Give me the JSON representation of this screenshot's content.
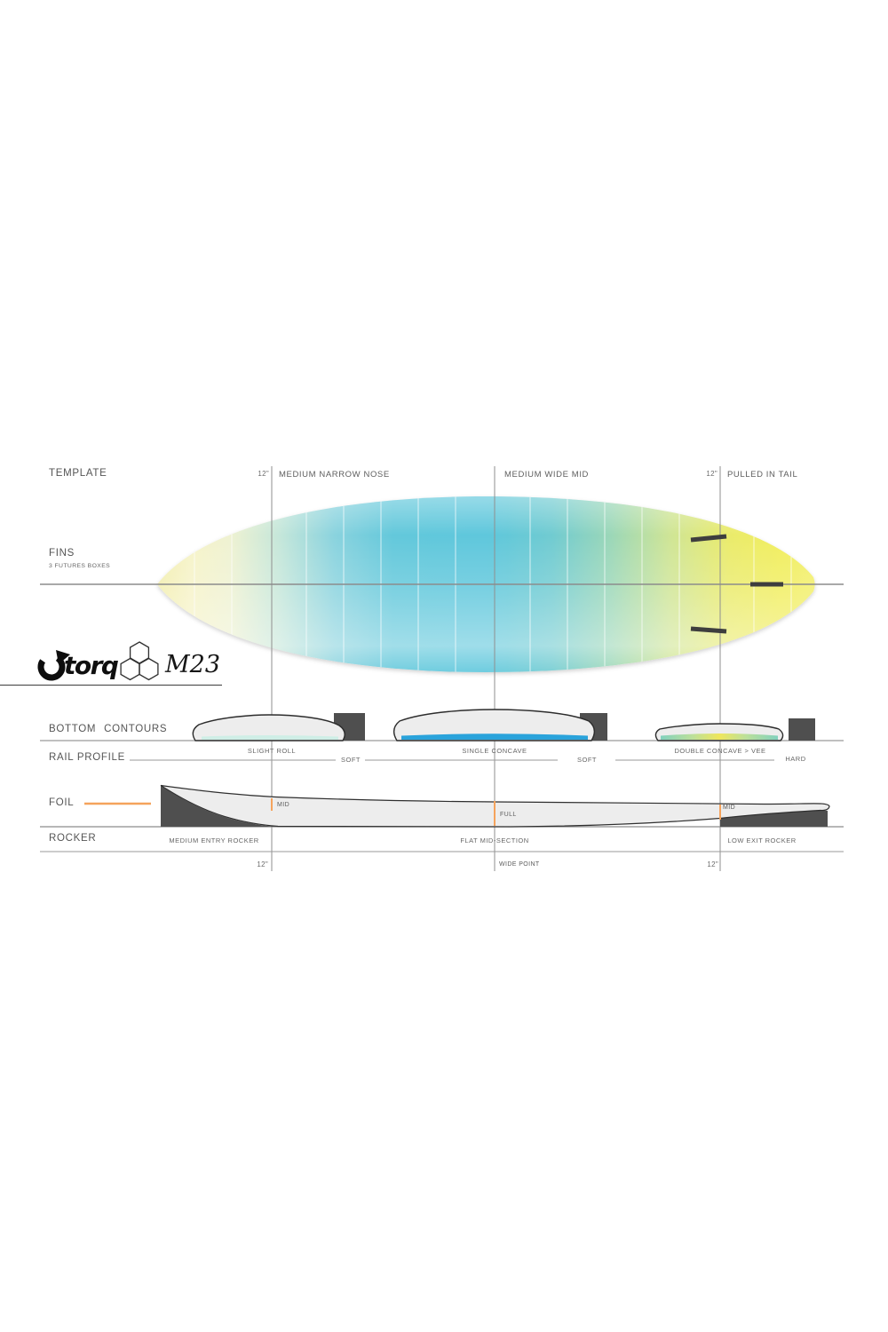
{
  "diagram": {
    "template": {
      "heading": "TEMPLATE",
      "nose_tick": "12\"",
      "nose_label": "MEDIUM NARROW NOSE",
      "mid_label": "MEDIUM WIDE MID",
      "tail_tick": "12\"",
      "tail_label": "PULLED IN TAIL"
    },
    "fins": {
      "heading": "FINS",
      "subheading": "3 FUTURES BOXES"
    },
    "branding": {
      "brand": "torq",
      "model": "M23"
    },
    "bottom_contours": {
      "heading": "BOTTOM  CONTOURS",
      "sections": [
        {
          "name": "SLIGHT ROLL"
        },
        {
          "name": "SINGLE CONCAVE"
        },
        {
          "name": "DOUBLE CONCAVE > VEE"
        }
      ]
    },
    "rail_profile": {
      "heading": "RAIL PROFILE",
      "rails": [
        {
          "name": "SOFT"
        },
        {
          "name": "SOFT"
        },
        {
          "name": "HARD"
        }
      ]
    },
    "foil": {
      "heading": "FOIL",
      "marks": [
        {
          "name": "MID"
        },
        {
          "name": "FULL"
        },
        {
          "name": "MID"
        }
      ]
    },
    "rocker": {
      "heading": "ROCKER",
      "sections": [
        {
          "name": "MEDIUM ENTRY ROCKER"
        },
        {
          "name": "FLAT MID-SECTION"
        },
        {
          "name": "LOW EXIT ROCKER"
        }
      ],
      "bottom_ticks": [
        {
          "name": "12\""
        },
        {
          "name": "WIDE POINT"
        },
        {
          "name": "12\""
        }
      ]
    },
    "colors": {
      "board_nose_yellow": "#f2eeae",
      "board_mid_cyan": "#5ec7dc",
      "board_tail_yellow": "#f1ee5f",
      "accent_orange": "#f5a35c",
      "single_concave_blue": "#2aa3db",
      "slight_roll_cyan": "#cfeee6",
      "vee_teal": "#7ed0bf",
      "vee_yellow": "#efe65c",
      "dark_block_gray": "#4f4f4f",
      "line_gray": "#9a9a9a",
      "text_gray": "#5a5a5a"
    }
  }
}
